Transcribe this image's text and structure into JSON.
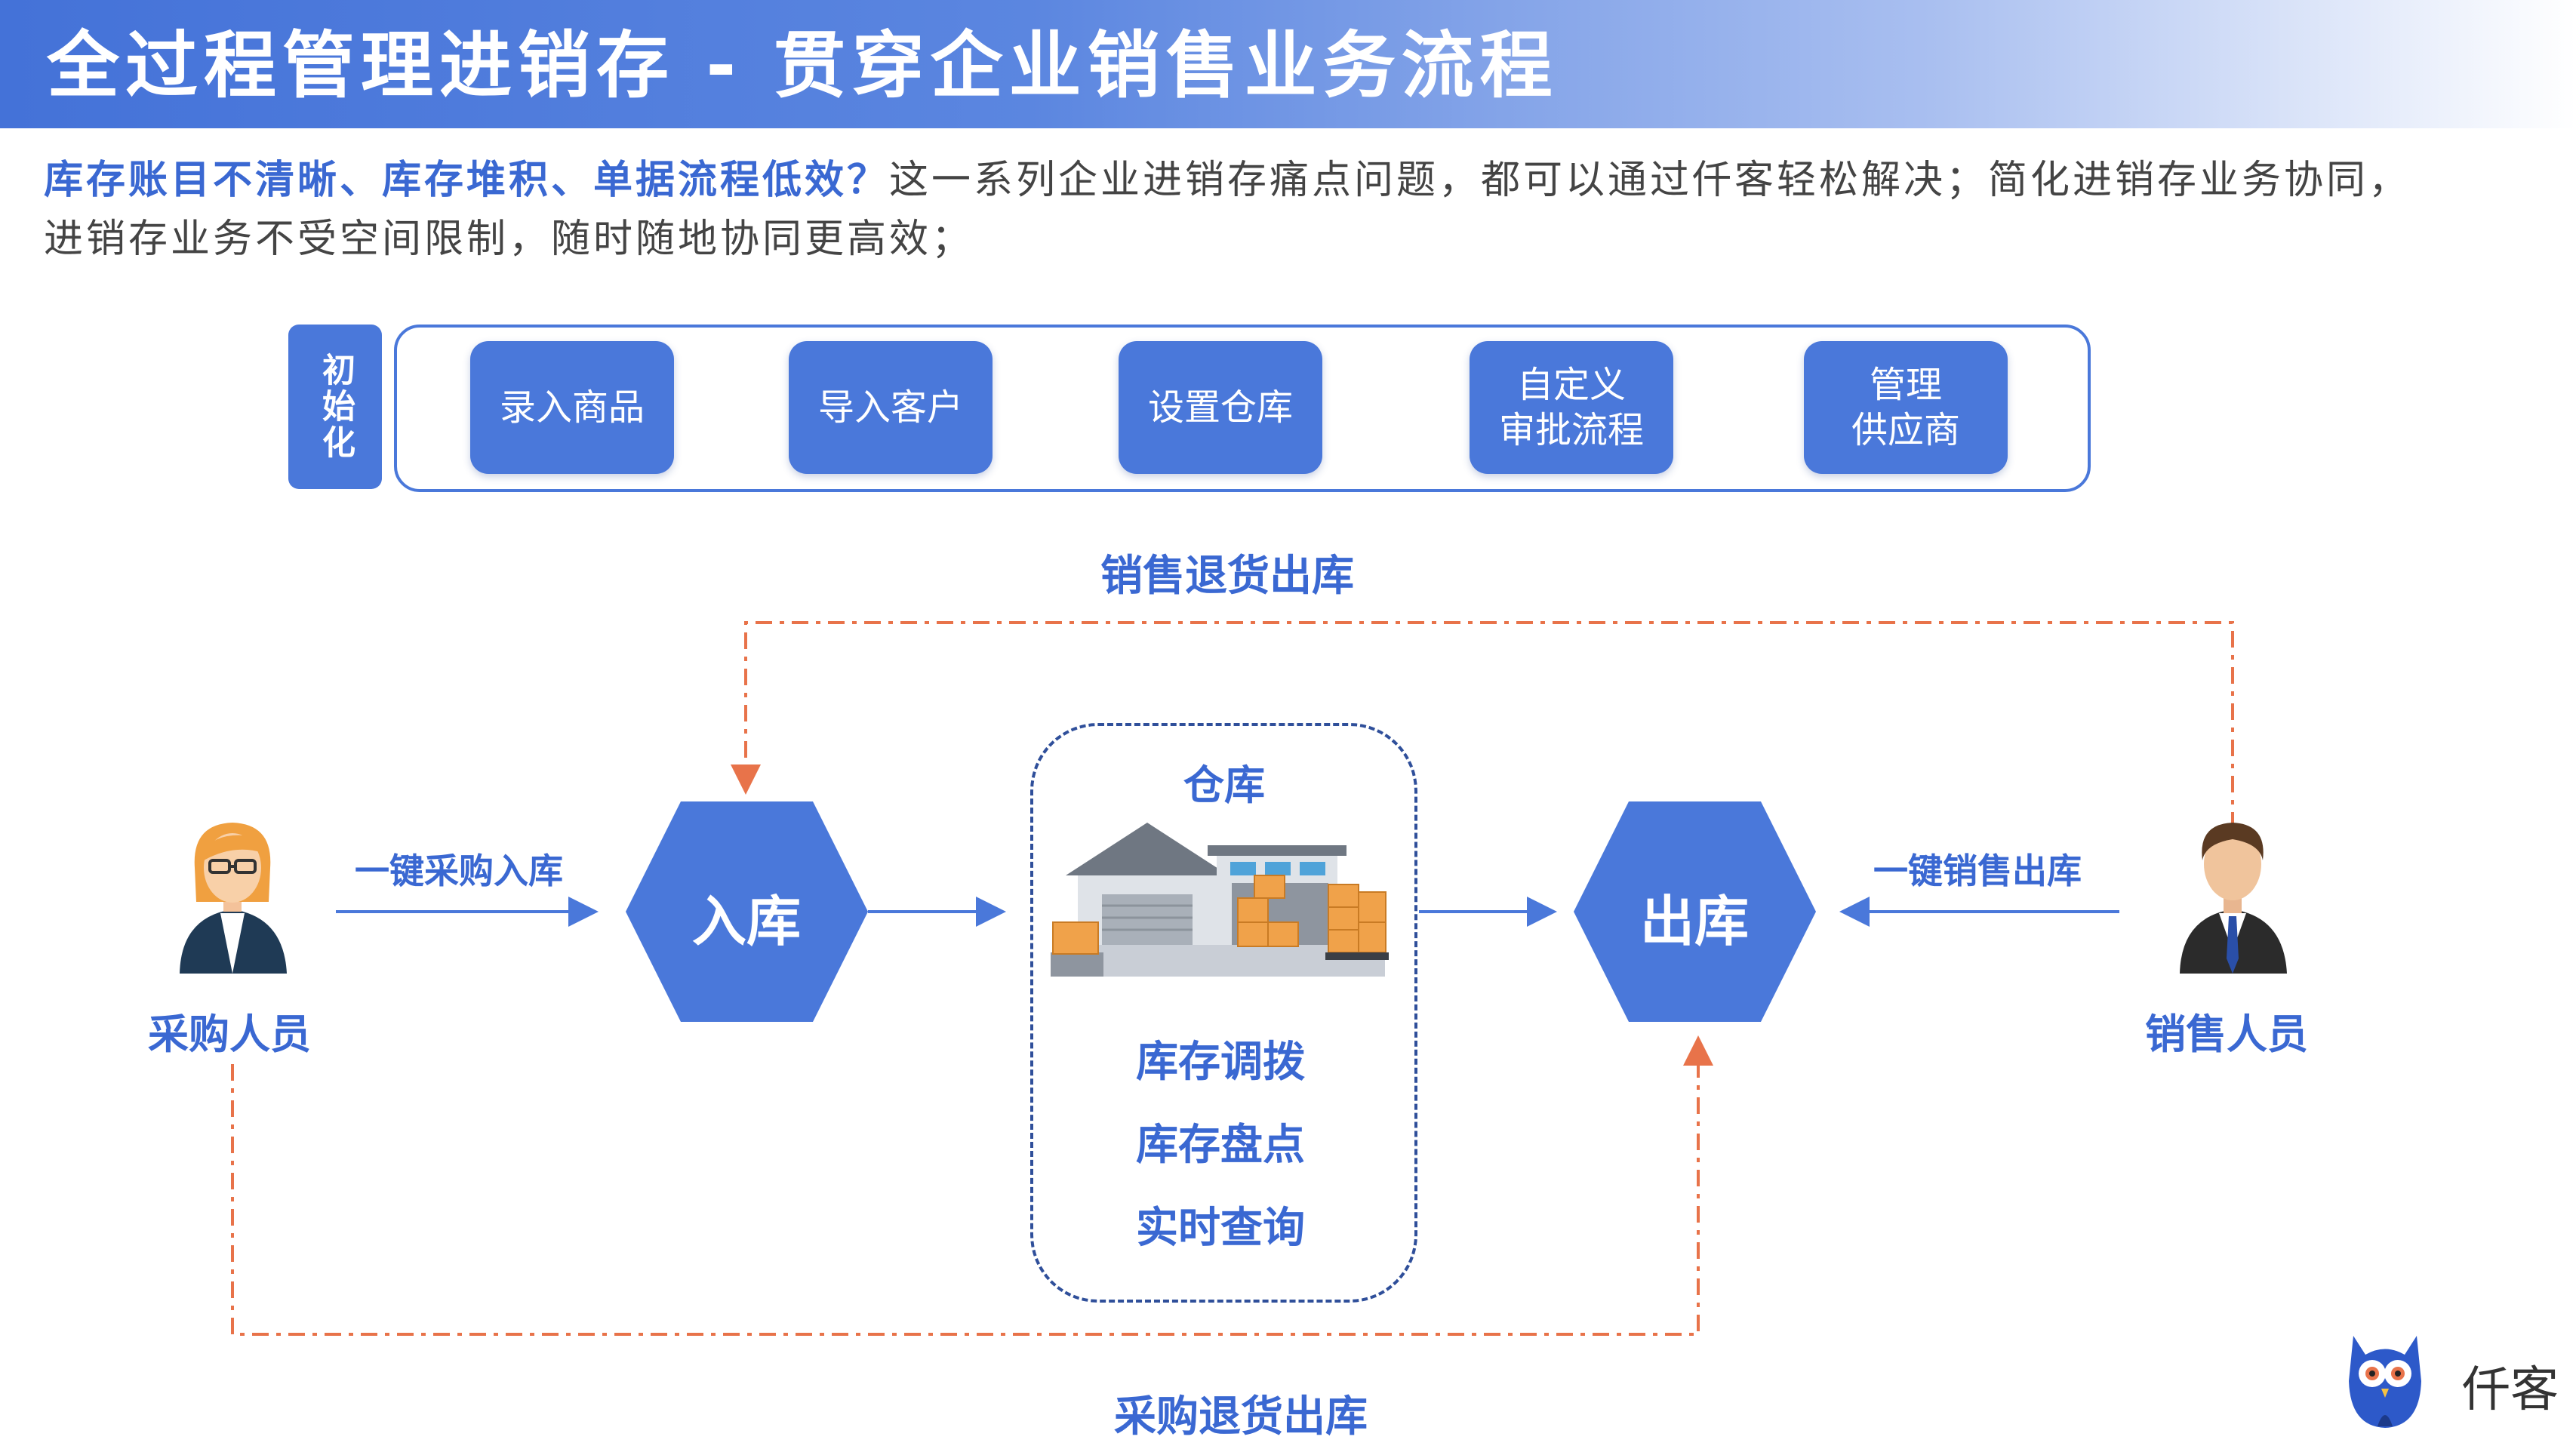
{
  "header": {
    "title": "全过程管理进销存 - 贯穿企业销售业务流程"
  },
  "intro": {
    "highlight": "库存账目不清晰、库存堆积、单据流程低效？",
    "text": "这一系列企业进销存痛点问题，都可以通过仟客轻松解决；简化进销存业务协同，进销存业务不受空间限制，随时随地协同更高效；"
  },
  "init": {
    "tag": "初始化",
    "steps": [
      "录入商品",
      "导入客户",
      "设置仓库",
      "自定义\n审批流程",
      "管理\n供应商"
    ]
  },
  "flow": {
    "sales_return": "销售退货出库",
    "purchase_return": "采购退货出库",
    "purchase_in": "一键采购入库",
    "sales_out": "一键销售出库",
    "inbound": "入库",
    "outbound": "出库",
    "purchaser": "采购人员",
    "salesperson": "销售人员"
  },
  "warehouse": {
    "title": "仓库",
    "functions": [
      "库存调拨",
      "库存盘点",
      "实时查询"
    ]
  },
  "brand": {
    "name": "仟客"
  },
  "colors": {
    "primary": "#4a78da",
    "label": "#3a68d2",
    "return_arrow": "#e8734a",
    "dashed_border": "#2f4f9a"
  }
}
